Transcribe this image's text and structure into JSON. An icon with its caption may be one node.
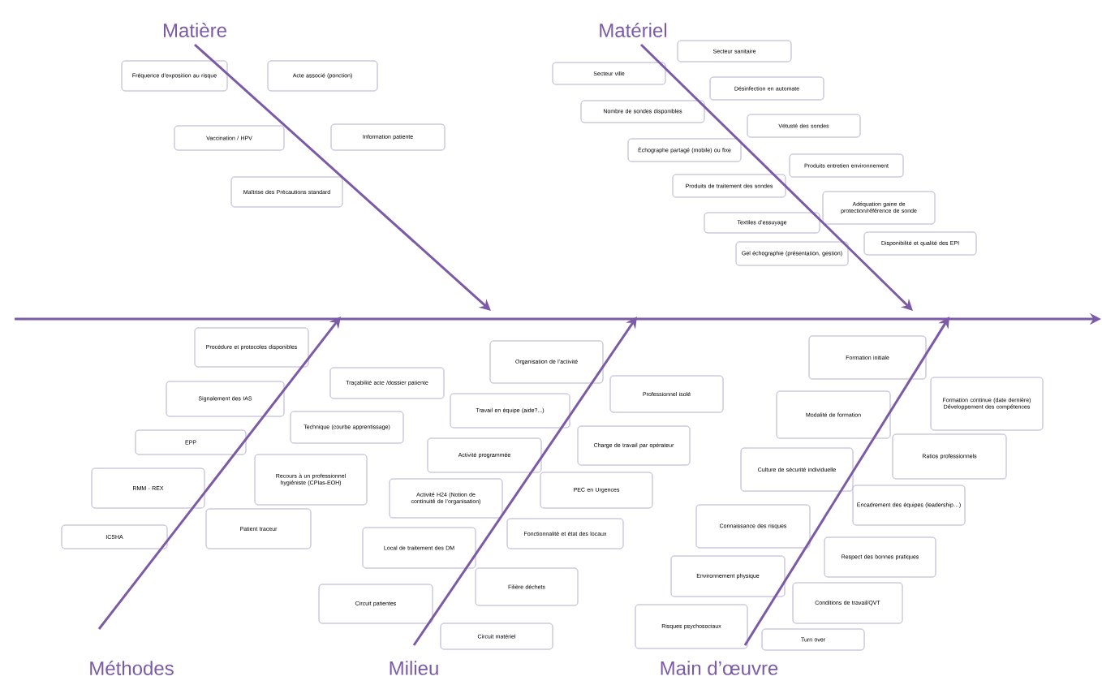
{
  "diagram": {
    "nodes": [
      {
        "text": [
          "Matière"
        ]
      },
      {
        "text": [
          "Fréquence d’exposition au risque"
        ]
      },
      {
        "text": [
          "Acte associé (ponction)"
        ]
      },
      {
        "text": [
          "Vaccination / HPV"
        ]
      },
      {
        "text": [
          "Information patiente"
        ]
      },
      {
        "text": [
          "Maîtrise des Précautions standard"
        ]
      },
      {
        "text": [
          "Matériel"
        ]
      },
      {
        "text": [
          "Secteur sanitaire"
        ]
      },
      {
        "text": [
          "Secteur ville"
        ]
      },
      {
        "text": [
          "Désinfection en automate"
        ]
      },
      {
        "text": [
          "Nombre de sondes disponibles"
        ]
      },
      {
        "text": [
          "Vétusté des sondes"
        ]
      },
      {
        "text": [
          "Échographe partagé (mobile) ou fixe"
        ]
      },
      {
        "text": [
          "Produits entretien environnement"
        ]
      },
      {
        "text": [
          "Produits de traitement des sondes"
        ]
      },
      {
        "text": [
          "Adéquation gaine de protection/référence de sonde"
        ]
      },
      {
        "text": [
          "Textiles d’essuyage"
        ]
      },
      {
        "text": [
          "Gel échographie (présentation, gestion)"
        ]
      },
      {
        "text": [
          "Disponibilité et qualité des EPI"
        ]
      },
      {
        "text": [
          "Méthodes"
        ]
      },
      {
        "text": [
          "Procédure et protocoles disponibles"
        ]
      },
      {
        "text": [
          "Signalement des IAS"
        ]
      },
      {
        "text": [
          "Traçabilité acte /dossier patiente"
        ]
      },
      {
        "text": [
          "Technique (courbe apprentissage)"
        ]
      },
      {
        "text": [
          "EPP"
        ]
      },
      {
        "text": [
          "Recours à un professionnel hygiéniste (CPIas-EOH)"
        ]
      },
      {
        "text": [
          "RMM - REX"
        ]
      },
      {
        "text": [
          "ICSHA"
        ]
      },
      {
        "text": [
          "Patient traceur"
        ]
      },
      {
        "text": [
          "Milieu"
        ]
      },
      {
        "text": [
          "Organisation de l’activité"
        ]
      },
      {
        "text": [
          "Professionnel isolé"
        ]
      },
      {
        "text": [
          "Travail en équipe (aide?...)"
        ]
      },
      {
        "text": [
          "Charge de travail par opérateur"
        ]
      },
      {
        "text": [
          "Activité programmée"
        ]
      },
      {
        "text": [
          "Activité H24 (Notion de continuité de l’organisation)"
        ]
      },
      {
        "text": [
          "PEC en Urgences"
        ]
      },
      {
        "text": [
          "Local de traitement des DM"
        ]
      },
      {
        "text": [
          "Fonctionnalité et état des locaux"
        ]
      },
      {
        "text": [
          "Filière déchets"
        ]
      },
      {
        "text": [
          "Circuit patientes"
        ]
      },
      {
        "text": [
          "Circuit matériel"
        ]
      },
      {
        "text": [
          "Main d’œuvre"
        ]
      },
      {
        "text": [
          "Formation initiale"
        ]
      },
      {
        "text": [
          "Formation continue (date dernière) Développement des compétences"
        ]
      },
      {
        "text": [
          "Modalité de formation"
        ]
      },
      {
        "text": [
          "Ratios professionnels"
        ]
      },
      {
        "text": [
          "Culture de sécurité individuelle"
        ]
      },
      {
        "text": [
          "Encadrement des équipes (leadership…)"
        ]
      },
      {
        "text": [
          "Connaissance des risques"
        ]
      },
      {
        "text": [
          "Respect des bonnes pratiques"
        ]
      },
      {
        "text": [
          "Environnement physique"
        ]
      },
      {
        "text": [
          "Conditions de travail/QVT"
        ]
      },
      {
        "text": [
          "Risques psychosociaux"
        ]
      },
      {
        "text": [
          "Turn over"
        ]
      }
    ],
    "edges": [
      {
        "from": 0,
        "to": null,
        "arrow": "to"
      },
      {
        "from": 6,
        "to": null,
        "arrow": "to"
      },
      {
        "from": 19,
        "to": null,
        "arrow": "to"
      },
      {
        "from": 29,
        "to": null,
        "arrow": "to"
      },
      {
        "from": 42,
        "to": null,
        "arrow": "to"
      }
    ]
  }
}
